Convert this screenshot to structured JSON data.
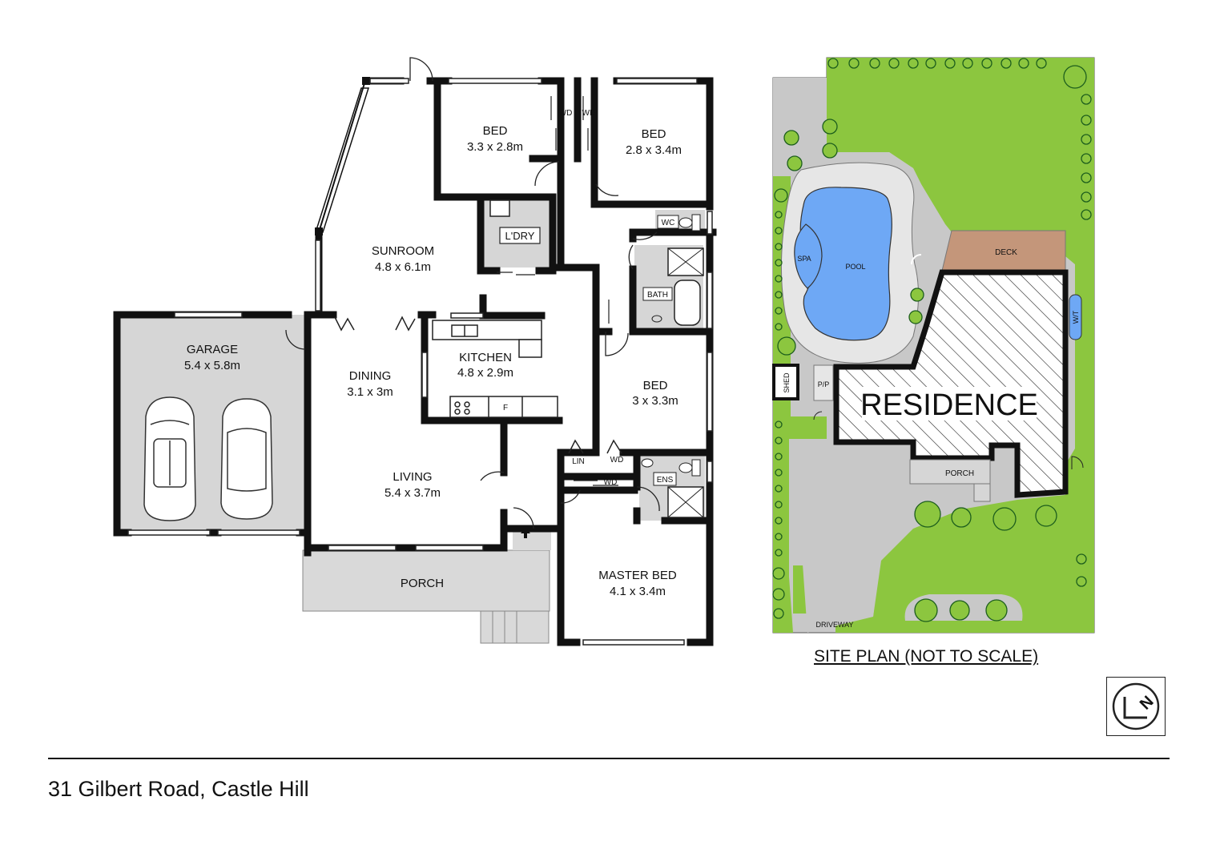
{
  "floor_plan": {
    "rooms": {
      "bed1": {
        "name": "BED",
        "size": "3.3 x 2.8m"
      },
      "bed2": {
        "name": "BED",
        "size": "2.8 x 3.4m"
      },
      "sunroom": {
        "name": "SUNROOM",
        "size": "4.8 x 6.1m"
      },
      "garage": {
        "name": "GARAGE",
        "size": "5.4 x 5.8m"
      },
      "dining": {
        "name": "DINING",
        "size": "3.1 x 3m"
      },
      "kitchen": {
        "name": "KITCHEN",
        "size": "4.8 x 2.9m"
      },
      "bed3": {
        "name": "BED",
        "size": "3 x 3.3m"
      },
      "living": {
        "name": "LIVING",
        "size": "5.4 x 3.7m"
      },
      "master": {
        "name": "MASTER BED",
        "size": "4.1 x 3.4m"
      }
    },
    "small_labels": {
      "wd_1": "WD",
      "wd_2": "WD",
      "laundry": "L'DRY",
      "wc": "WC",
      "bath": "BATH",
      "lin": "LIN",
      "wd_3": "WD",
      "wd_4": "WD",
      "ens": "ENS",
      "fridge": "F",
      "porch": "PORCH"
    }
  },
  "site_plan": {
    "title": "SITE PLAN (NOT TO SCALE)",
    "labels": {
      "spa": "SPA",
      "pool": "POOL",
      "deck": "DECK",
      "water_tank": "W/T",
      "shed": "SHED",
      "pp": "P/P",
      "residence": "RESIDENCE",
      "porch": "PORCH",
      "driveway": "DRIVEWAY"
    },
    "colors": {
      "lawn": "#8cc63f",
      "paving": "#c8c8c8",
      "pool": "#6ea8f5",
      "deck": "#c4967a"
    }
  },
  "address": "31 Gilbert Road, Castle Hill",
  "compass": {
    "icon": "north-arrow-icon",
    "letter": "N"
  }
}
